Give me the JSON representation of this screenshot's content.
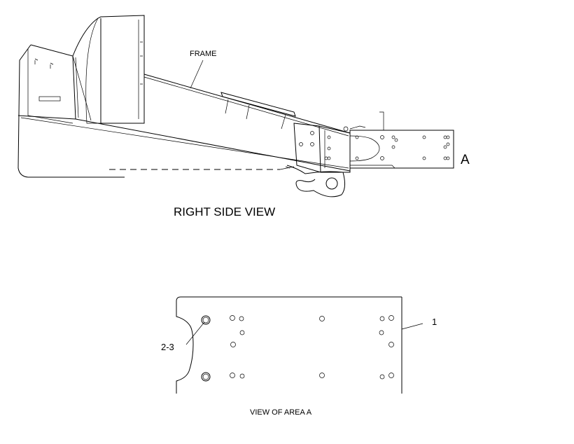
{
  "labels": {
    "frame": "FRAME",
    "area_marker": "A",
    "right_side_view": "RIGHT SIDE VIEW",
    "part_1": "1",
    "part_2_3": "2-3",
    "view_of_area_a": "VIEW OF AREA  A"
  }
}
